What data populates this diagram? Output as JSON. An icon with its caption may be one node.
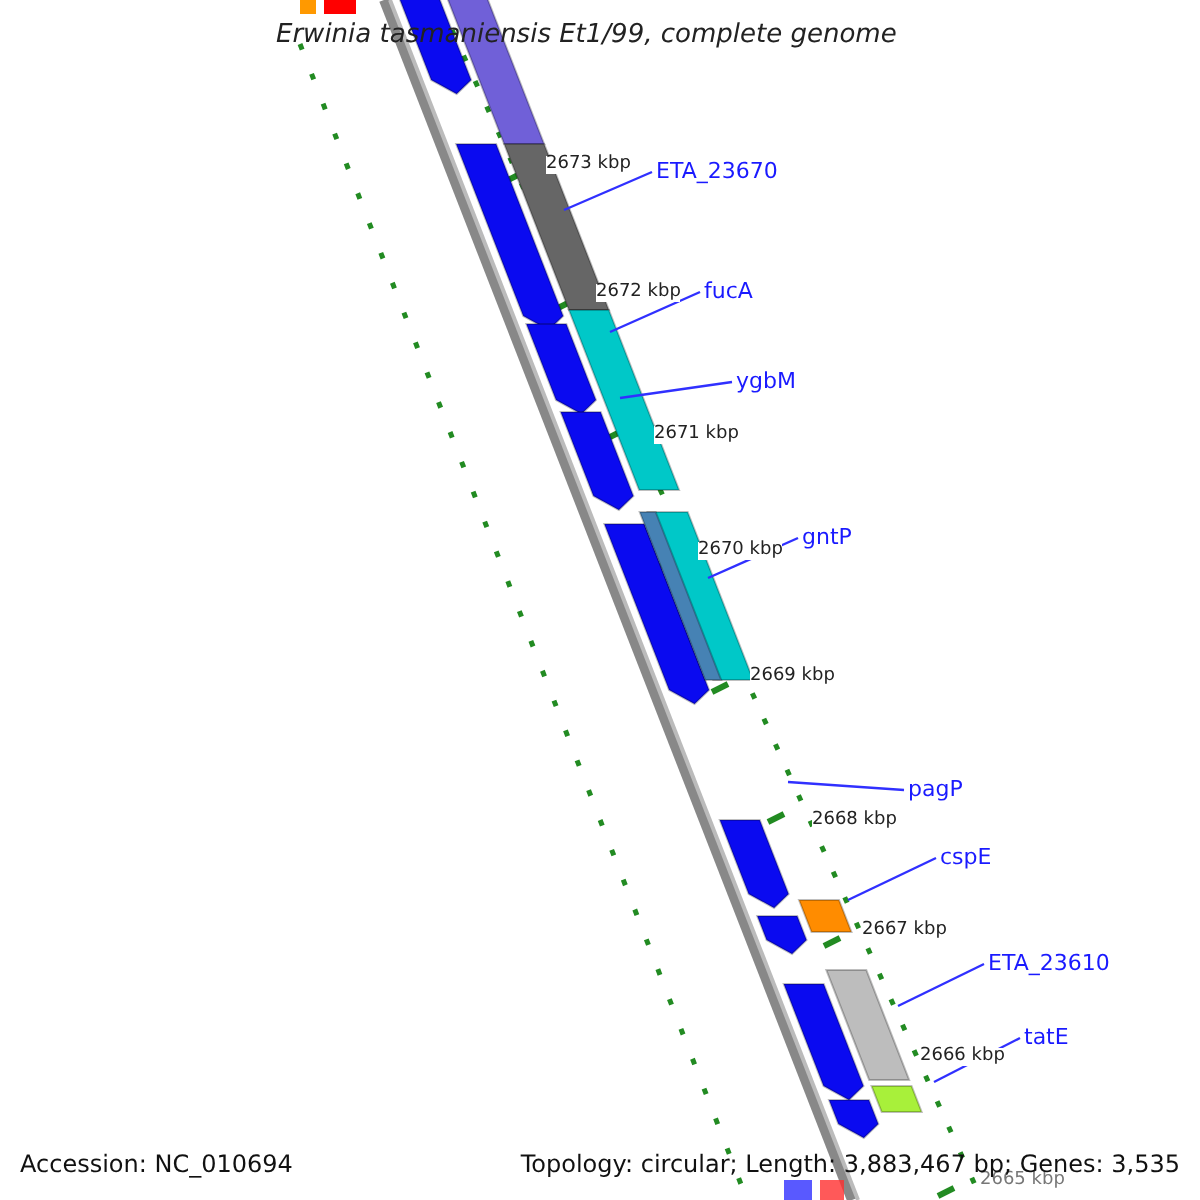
{
  "diagram": {
    "title": "Erwinia tasmaniensis Et1/99, complete genome",
    "nodes": [
      {
        "text": [
          "ETA_23670"
        ]
      },
      {
        "text": [
          "fucA"
        ]
      },
      {
        "text": [
          "ygbM"
        ]
      },
      {
        "text": [
          "gntP"
        ]
      },
      {
        "text": [
          "pagP"
        ]
      },
      {
        "text": [
          "cspE"
        ]
      },
      {
        "text": [
          "ETA_23610"
        ]
      },
      {
        "text": [
          "tatE"
        ]
      }
    ],
    "edges": [
      {
        "from": 0,
        "to": null,
        "arrow": "none"
      },
      {
        "from": 1,
        "to": null,
        "arrow": "none"
      },
      {
        "from": 2,
        "to": null,
        "arrow": "none"
      },
      {
        "from": 3,
        "to": null,
        "arrow": "none"
      },
      {
        "from": 4,
        "to": null,
        "arrow": "none"
      },
      {
        "from": 5,
        "to": null,
        "arrow": "none"
      },
      {
        "from": 6,
        "to": null,
        "arrow": "none"
      },
      {
        "from": 7,
        "to": null,
        "arrow": "none"
      }
    ],
    "labels": [
      "2673 kbp",
      "2672 kbp",
      "2671 kbp",
      "2670 kbp",
      "2669 kbp",
      "2668 kbp",
      "2667 kbp",
      "2666 kbp",
      "2665 kbp",
      "Accession: NC_010694",
      "Topology: circular; Length: 3,883,467 bp; Genes: 3,535"
    ]
  }
}
